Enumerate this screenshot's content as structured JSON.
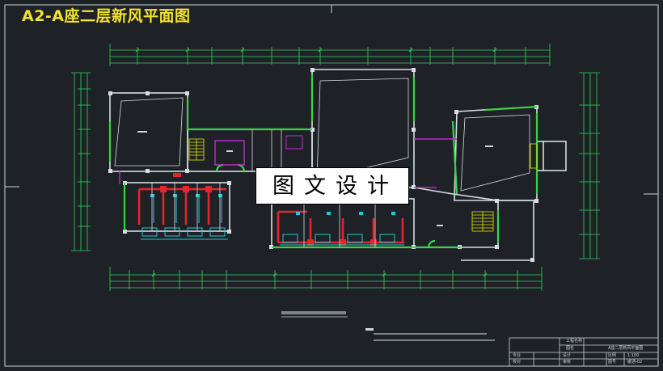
{
  "drawing": {
    "title": "A2-A座二层新风平面图",
    "watermark": "图文设计",
    "colors": {
      "background": "#1e2227",
      "wall": "#d8dde2",
      "dimension": "#2fd35a",
      "duct": "#e3262b",
      "fresh_air": "#21c8d8",
      "door": "#3ad447",
      "partition": "#c02bd2",
      "stair": "#e6e600",
      "title": "#f3e331"
    },
    "title_block": {
      "project_label": "工程名称",
      "drawing_label": "图名",
      "drawing_name": "A座二层新风平面图",
      "design_label": "设计",
      "check_label": "审核",
      "scale_label": "比例",
      "scale_value": "1:100",
      "number_label": "图号",
      "professional_label": "专业",
      "reviewer_label": "校对",
      "number_value": "暖通-02"
    }
  }
}
